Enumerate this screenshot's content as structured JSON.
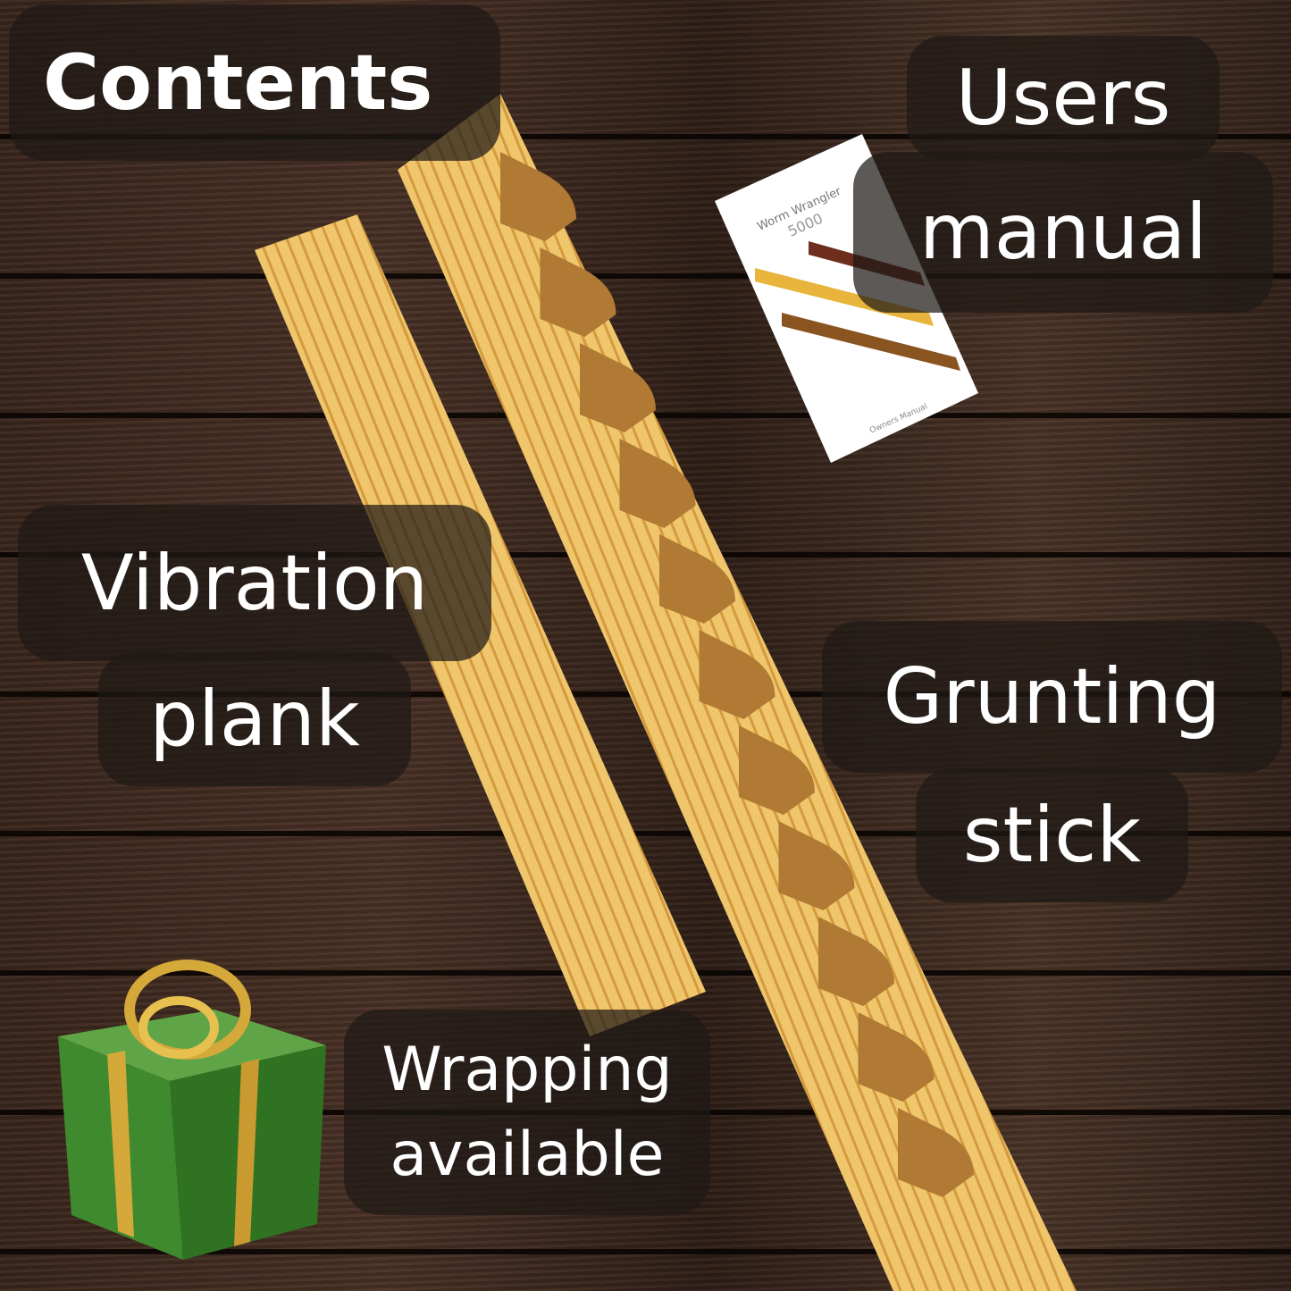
{
  "labels": {
    "contents": "Contents",
    "users": "Users",
    "manual": "manual",
    "vibration": "Vibration",
    "plank": "plank",
    "grunting": "Grunting",
    "stick": "stick",
    "wrapping": "Wrapping",
    "available": "available"
  },
  "manual_cover": {
    "title": "Worm Wrangler",
    "number": "5000",
    "subtitle": "Owners Manual"
  },
  "colors": {
    "wood_light": "#e9b95a",
    "wood_dark": "#3a261c",
    "gift_green": "#3f8a2e",
    "ribbon_gold": "#d4a93a"
  }
}
